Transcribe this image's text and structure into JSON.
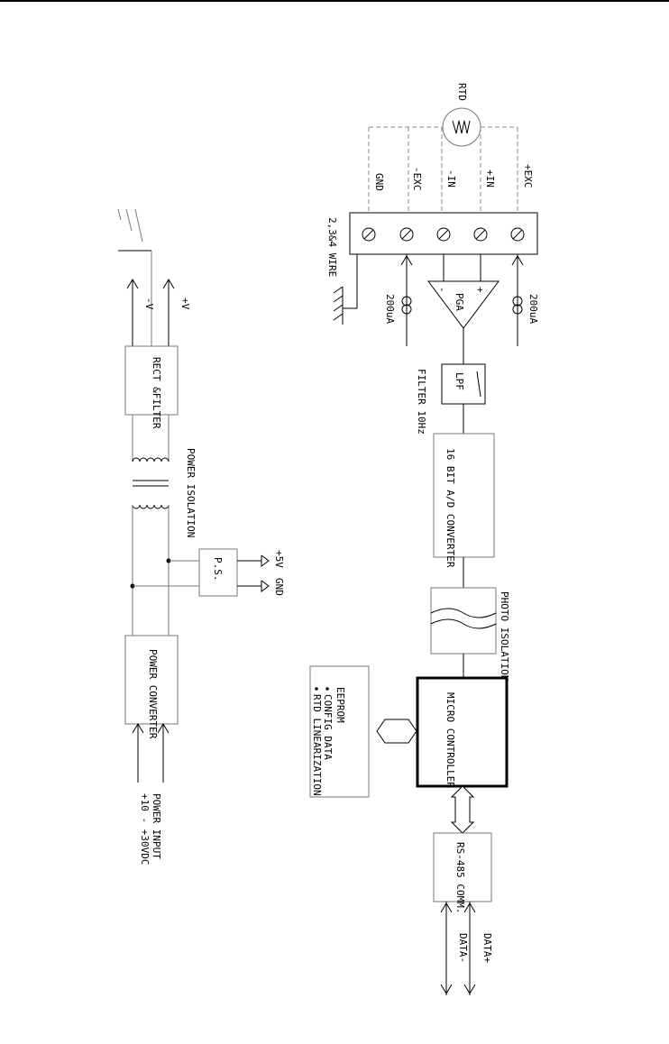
{
  "diagram": {
    "sensor": {
      "label": "RTD"
    },
    "terminals": {
      "wire_label": "2,3&4 WIRE",
      "labels": [
        "GND",
        "-EXC",
        "-IN",
        "+IN",
        "+EXC"
      ]
    },
    "excitation": {
      "upper": "200uA",
      "lower": "200uA"
    },
    "pga": {
      "label": "PGA",
      "minus": "-",
      "plus": "+"
    },
    "filter": {
      "label": "LPF",
      "note": "FILTER 10Hz"
    },
    "adc": {
      "label": "16 BIT A/D CONVERTER"
    },
    "photo_isolation": {
      "label": "PHOTO ISOLATION"
    },
    "micro": {
      "label": "MICRO CONTROLLER"
    },
    "eeprom": {
      "title": "EEPROM",
      "items": [
        "CONFIG DATA",
        "RTD LINEARIZATION"
      ]
    },
    "rs485": {
      "label": "RS-485 COMM."
    },
    "data": {
      "minus": "DATA-",
      "plus": "DATA+"
    },
    "power": {
      "rect_filter": "RECT &FILTER",
      "minus_v": "-V",
      "plus_v": "+V",
      "isolation": "POWER ISOLATION",
      "ps": "P.S.",
      "plus_5v": "+5V",
      "gnd": "GND",
      "converter": "POWER CONVERTER",
      "input_title": "POWER INPUT",
      "input_range": "+10 - +30VDC"
    }
  }
}
